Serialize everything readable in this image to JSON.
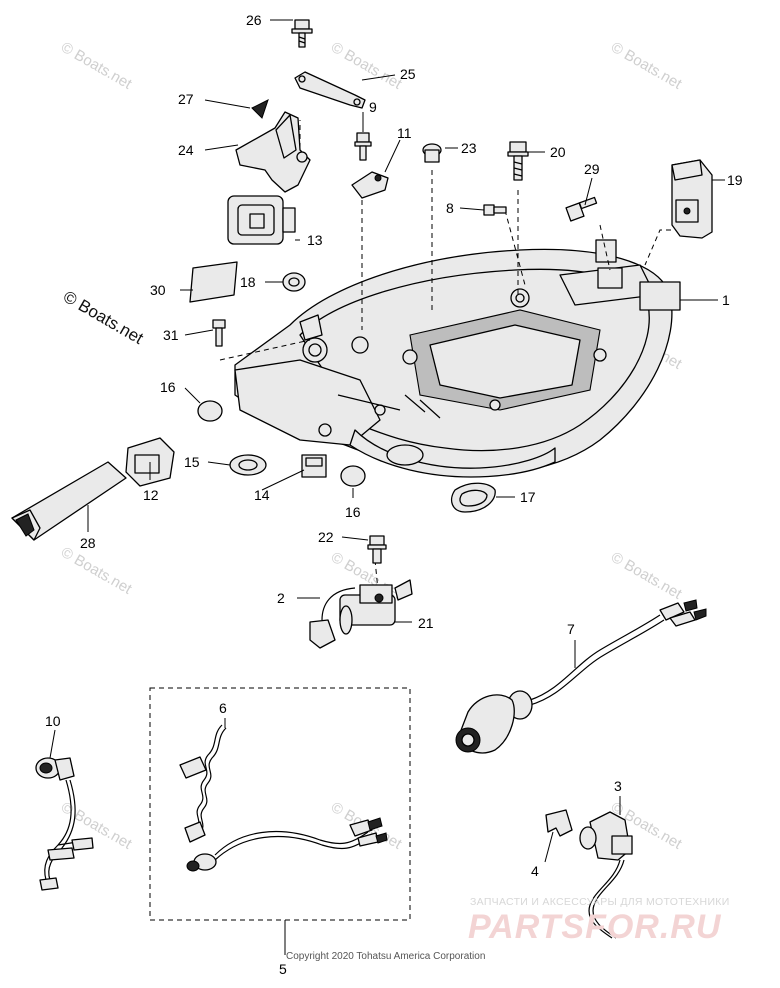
{
  "watermarks": {
    "light": "© Boats.net",
    "dark": "© Boats.net"
  },
  "callouts": [
    "1",
    "2",
    "3",
    "4",
    "5",
    "6",
    "7",
    "8",
    "9",
    "10",
    "11",
    "12",
    "13",
    "14",
    "15",
    "16",
    "16",
    "17",
    "18",
    "19",
    "20",
    "21",
    "22",
    "23",
    "24",
    "25",
    "26",
    "27",
    "28",
    "29",
    "30",
    "31"
  ],
  "copyright": "Copyright 2020 Tohatsu America Corporation",
  "brand": {
    "top_line": "ЗАПЧАСТИ И АКСЕССУАРЫ ДЛЯ МОТОТЕХНИКИ",
    "main": "PARTSFOR.RU"
  },
  "colors": {
    "line": "#000000",
    "watermark": "#cfcfcf",
    "brand": "#f3d4d4"
  }
}
